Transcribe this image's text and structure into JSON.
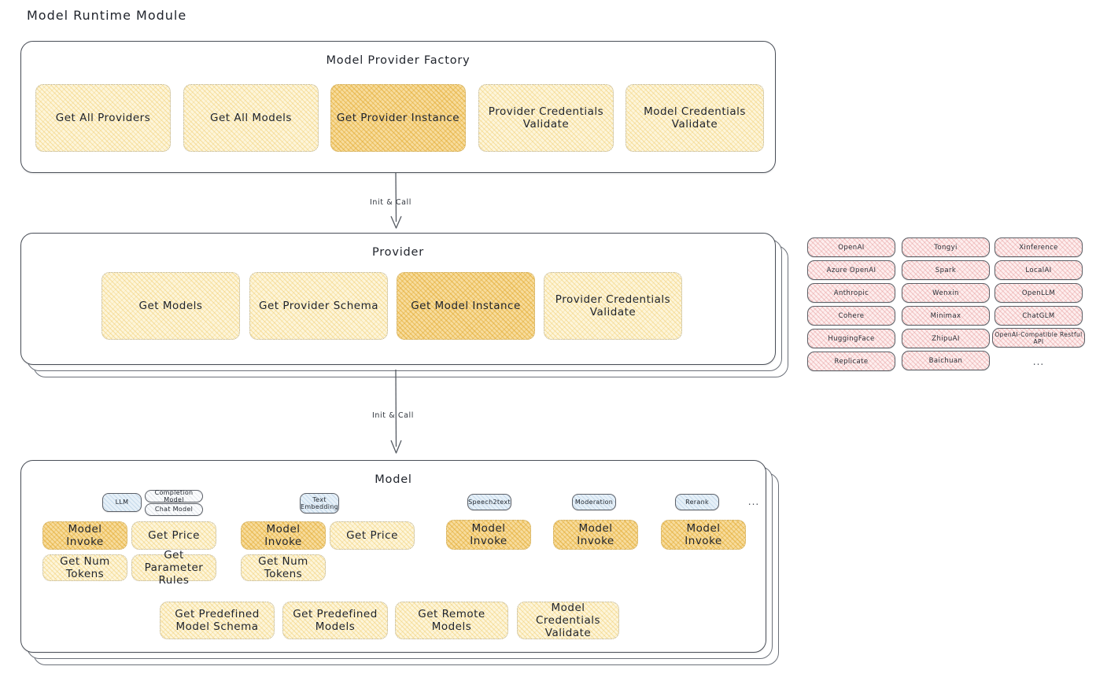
{
  "page": {
    "title": "Model Runtime Module"
  },
  "factory": {
    "title": "Model Provider Factory",
    "items": [
      {
        "label": "Get All Providers",
        "highlighted": false
      },
      {
        "label": "Get All Models",
        "highlighted": false
      },
      {
        "label": "Get Provider Instance",
        "highlighted": true
      },
      {
        "label": "Provider Credentials Validate",
        "highlighted": false
      },
      {
        "label": "Model Credentials Validate",
        "highlighted": false
      }
    ]
  },
  "arrows": [
    {
      "label": "Init & Call"
    },
    {
      "label": "Init & Call"
    }
  ],
  "provider": {
    "title": "Provider",
    "items": [
      {
        "label": "Get Models",
        "highlighted": false
      },
      {
        "label": "Get Provider Schema",
        "highlighted": false
      },
      {
        "label": "Get Model Instance",
        "highlighted": true
      },
      {
        "label": "Provider Credentials Validate",
        "highlighted": false
      }
    ]
  },
  "provider_list": {
    "columns": [
      [
        "OpenAI",
        "Azure OpenAI",
        "Anthropic",
        "Cohere",
        "HuggingFace",
        "Replicate"
      ],
      [
        "Tongyi",
        "Spark",
        "Wenxin",
        "Minimax",
        "ZhipuAI",
        "Baichuan"
      ],
      [
        "Xinference",
        "LocalAI",
        "OpenLLM",
        "ChatGLM",
        "OpenAI-Compatible Restful API"
      ]
    ],
    "more_indicator": "..."
  },
  "model": {
    "title": "Model",
    "more_indicator": "...",
    "types": [
      {
        "name": "LLM",
        "subtypes": [
          "Completion Model",
          "Chat Model"
        ],
        "methods_row1": [
          {
            "label": "Model Invoke",
            "highlighted": true
          },
          {
            "label": "Get Price",
            "highlighted": false
          }
        ],
        "methods_row2": [
          {
            "label": "Get Num Tokens",
            "highlighted": false
          },
          {
            "label": "Get Parameter Rules",
            "highlighted": false
          }
        ]
      },
      {
        "name": "Text Embedding",
        "subtypes": [],
        "methods_row1": [
          {
            "label": "Model Invoke",
            "highlighted": true
          },
          {
            "label": "Get Price",
            "highlighted": false
          }
        ],
        "methods_row2": [
          {
            "label": "Get Num Tokens",
            "highlighted": false
          }
        ]
      },
      {
        "name": "Speech2text",
        "subtypes": [],
        "methods_row1": [
          {
            "label": "Model Invoke",
            "highlighted": true
          }
        ],
        "methods_row2": []
      },
      {
        "name": "Moderation",
        "subtypes": [],
        "methods_row1": [
          {
            "label": "Model Invoke",
            "highlighted": true
          }
        ],
        "methods_row2": []
      },
      {
        "name": "Rerank",
        "subtypes": [],
        "methods_row1": [
          {
            "label": "Model Invoke",
            "highlighted": true
          }
        ],
        "methods_row2": []
      }
    ],
    "shared_methods": [
      "Get Predefined Model Schema",
      "Get Predefined Models",
      "Get Remote Models",
      "Model Credentials Validate"
    ]
  },
  "colors": {
    "chip_fill": "#fdf5da",
    "chip_fill_highlight": "#f7dc9d",
    "pill_fill": "#fdeeee",
    "type_chip_fill": "#e6f0f8",
    "panel_border": "#4a4f58",
    "text": "#20242c",
    "background": "#ffffff"
  }
}
